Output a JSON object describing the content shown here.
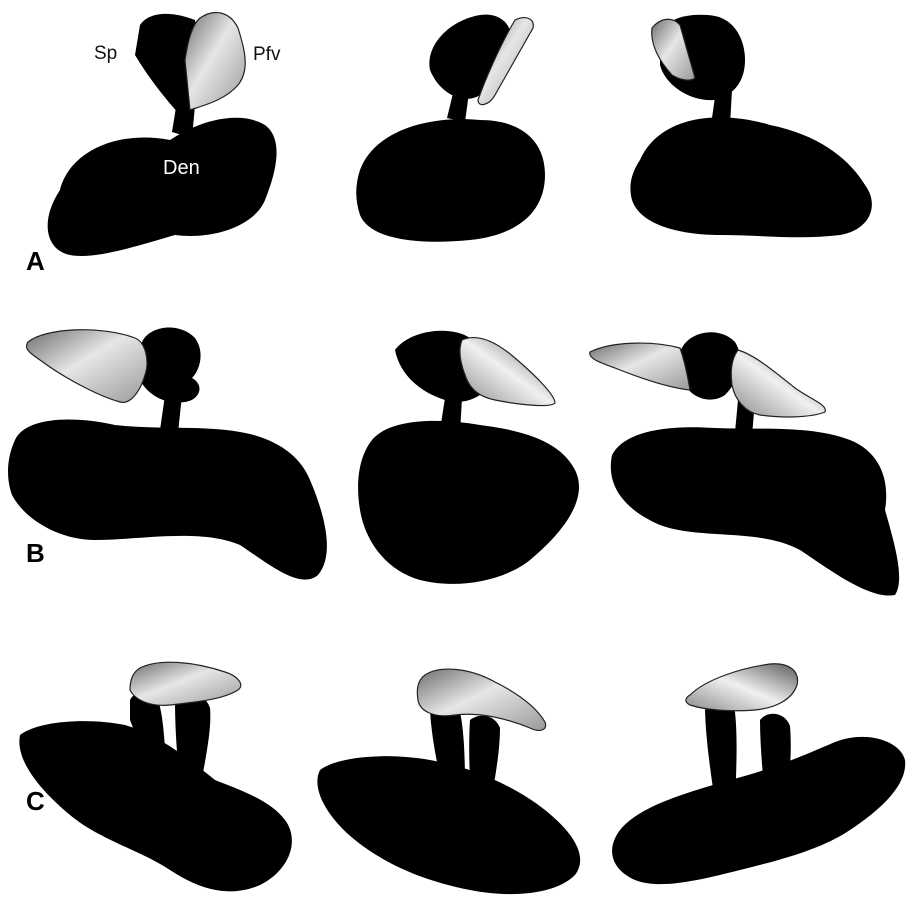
{
  "panels": [
    {
      "label": "A"
    },
    {
      "label": "B"
    },
    {
      "label": "C"
    }
  ],
  "annotations": {
    "spine": "Sp",
    "perforated_vesicle": "Pfv",
    "dendrite": "Den"
  },
  "colors": {
    "background": "#ffffff",
    "object": "#000000",
    "shaded_surface_light": "#f4f4f4",
    "shaded_surface_dark": "#7a7a7a"
  }
}
